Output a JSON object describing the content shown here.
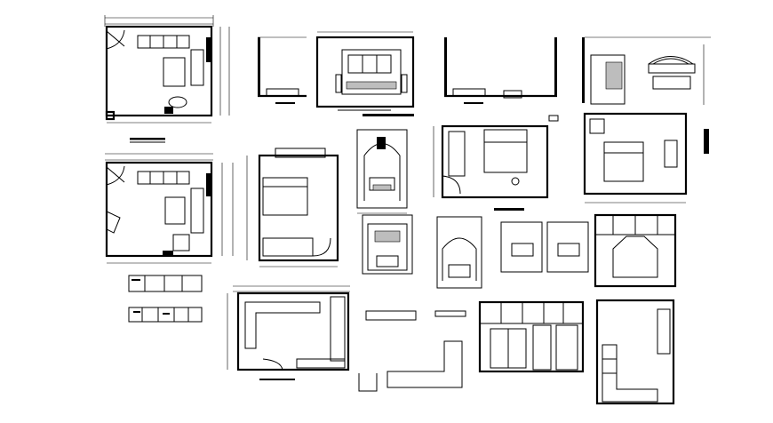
{
  "sheet": {
    "background": "#ffffff",
    "ink": "#000000"
  },
  "drawings": [
    {
      "id": "living-room-plan-top"
    },
    {
      "id": "living-room-plan-bottom"
    },
    {
      "id": "bedroom-plan-small"
    },
    {
      "id": "elevation-a"
    },
    {
      "id": "elevation-b"
    },
    {
      "id": "elevation-c"
    },
    {
      "id": "elevation-d"
    },
    {
      "id": "bedroom-plan-large"
    },
    {
      "id": "bedroom-plan-right"
    },
    {
      "id": "bed-wall-elevation"
    },
    {
      "id": "kitchen-plan"
    },
    {
      "id": "wardrobe-elevation"
    },
    {
      "id": "corner-plan-right"
    }
  ]
}
